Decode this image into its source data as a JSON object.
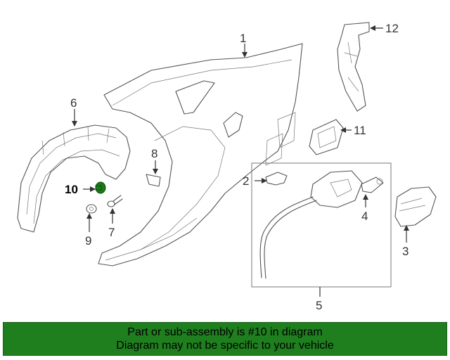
{
  "diagram": {
    "callouts": [
      {
        "id": "1",
        "label": "1"
      },
      {
        "id": "2",
        "label": "2"
      },
      {
        "id": "3",
        "label": "3"
      },
      {
        "id": "4",
        "label": "4"
      },
      {
        "id": "5",
        "label": "5"
      },
      {
        "id": "6",
        "label": "6"
      },
      {
        "id": "7",
        "label": "7"
      },
      {
        "id": "8",
        "label": "8"
      },
      {
        "id": "9",
        "label": "9"
      },
      {
        "id": "10",
        "label": "10"
      },
      {
        "id": "11",
        "label": "11"
      },
      {
        "id": "12",
        "label": "12"
      }
    ],
    "highlighted_part": "10",
    "highlight_color": "#1a7a1a"
  },
  "banner": {
    "line1": "Part or sub-assembly is #10 in diagram",
    "line2": "Diagram may not be specific to your vehicle",
    "background": "#1f7f1f"
  }
}
